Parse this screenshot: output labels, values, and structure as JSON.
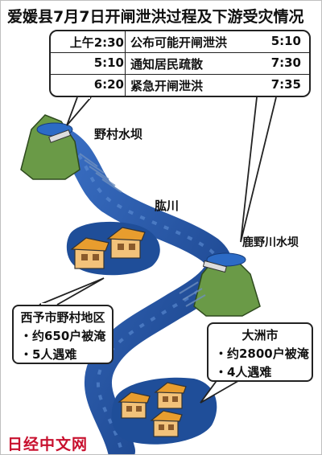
{
  "title": "爱媛县7月7日开闸泄洪过程及下游受灾情况",
  "timeline": [
    {
      "time": "上午2:30",
      "event": "公布可能开闸泄洪",
      "time2": "5:10"
    },
    {
      "time": "5:10",
      "event": "通知居民疏散",
      "time2": "7:30"
    },
    {
      "time": "6:20",
      "event": "紧急开闸泄洪",
      "time2": "7:35"
    }
  ],
  "labels": {
    "dam_upper": "野村水坝",
    "river": "肱川",
    "dam_lower": "鹿野川水坝"
  },
  "areas": {
    "nomura": {
      "title": "西予市野村地区",
      "items": [
        "・约650户被淹",
        "・5人遇难"
      ]
    },
    "ozu": {
      "title": "大洲市",
      "items": [
        "・约2800户被淹",
        "・4人遇难"
      ]
    }
  },
  "colors": {
    "river": "#1f4e99",
    "flood": "#1f4e99",
    "mountain": "#6a9a47",
    "house": "#f2c27a",
    "roof": "#e89d2e",
    "watermark": "#c8102e"
  },
  "watermark": "日经中文网"
}
